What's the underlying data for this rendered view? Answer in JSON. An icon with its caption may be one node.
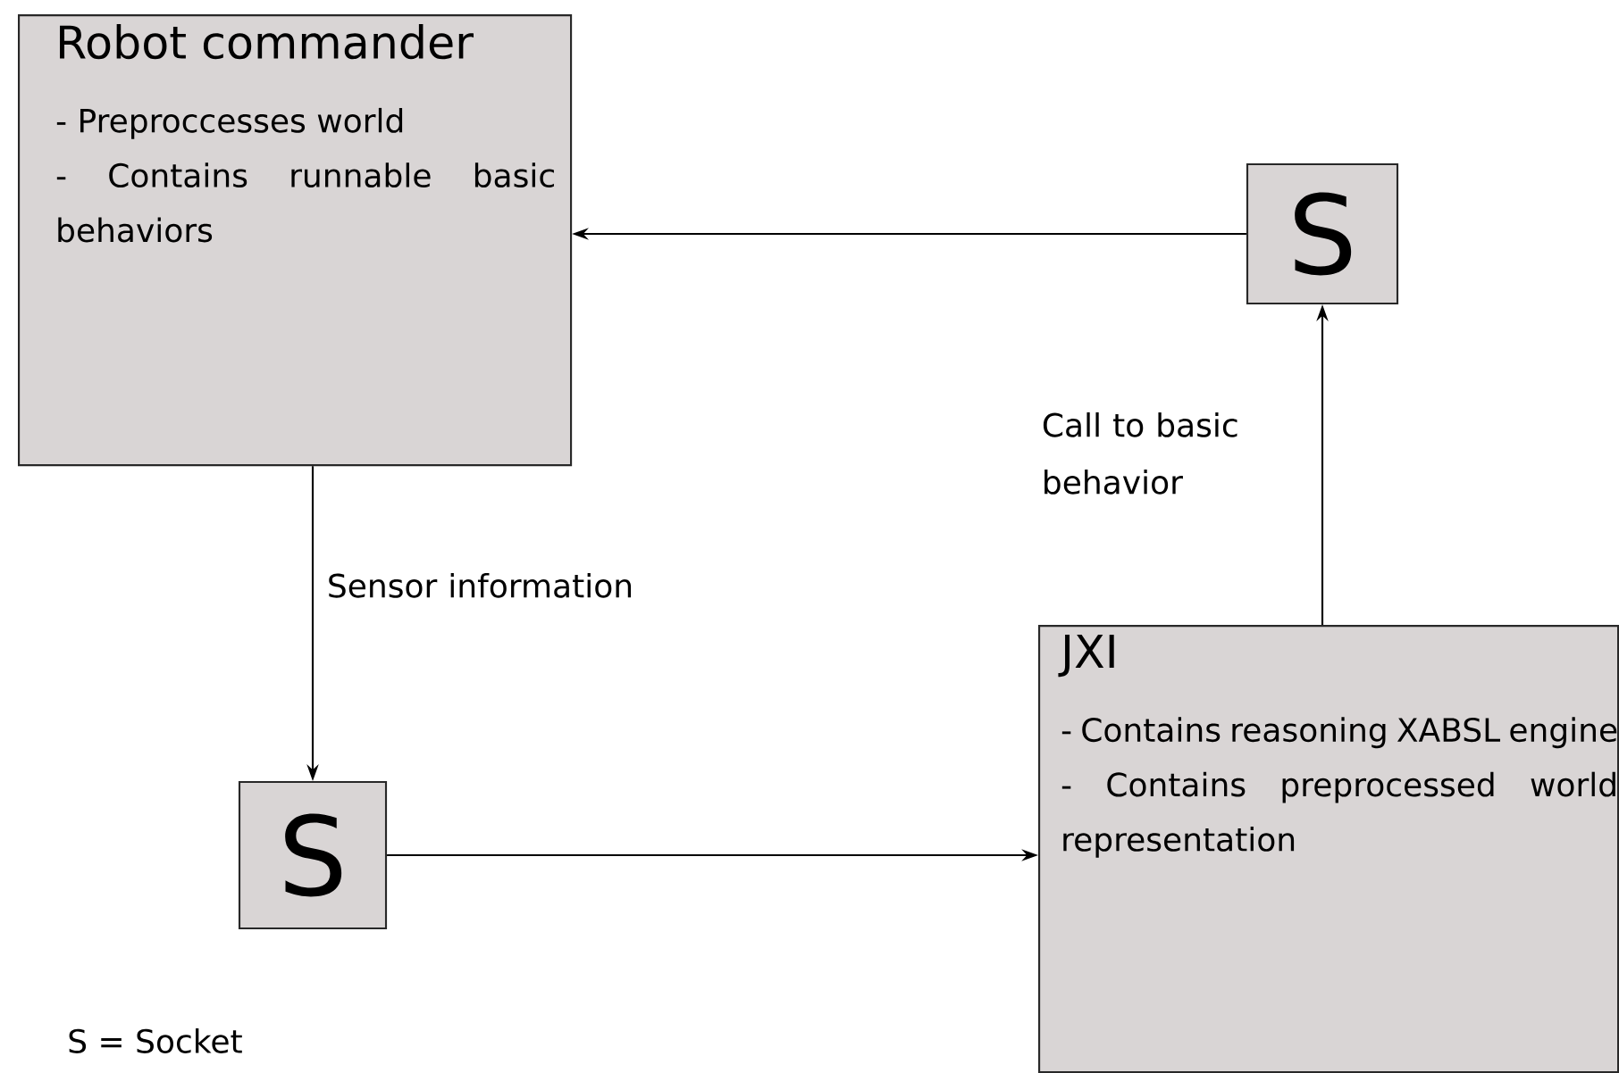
{
  "diagram": {
    "nodes": [
      {
        "text": [
          "Robot commander",
          "- Preproccesses world",
          "- Contains runnable basic behaviors"
        ]
      },
      {
        "text": [
          "S"
        ]
      },
      {
        "text": [
          "S"
        ]
      },
      {
        "text": [
          "JXI",
          "- Contains reasoning XABSL engine",
          "- Contains preprocessed world representation"
        ]
      }
    ],
    "edges": [
      {
        "from": 1,
        "to": 0,
        "arrow": "to"
      },
      {
        "from": 0,
        "to": 2,
        "arrow": "to",
        "label": "Sensor information"
      },
      {
        "from": 2,
        "to": 3,
        "arrow": "to"
      },
      {
        "from": 3,
        "to": 1,
        "arrow": "to",
        "label": "Call to basic behavior"
      }
    ],
    "labels": [
      "S = Socket"
    ]
  }
}
